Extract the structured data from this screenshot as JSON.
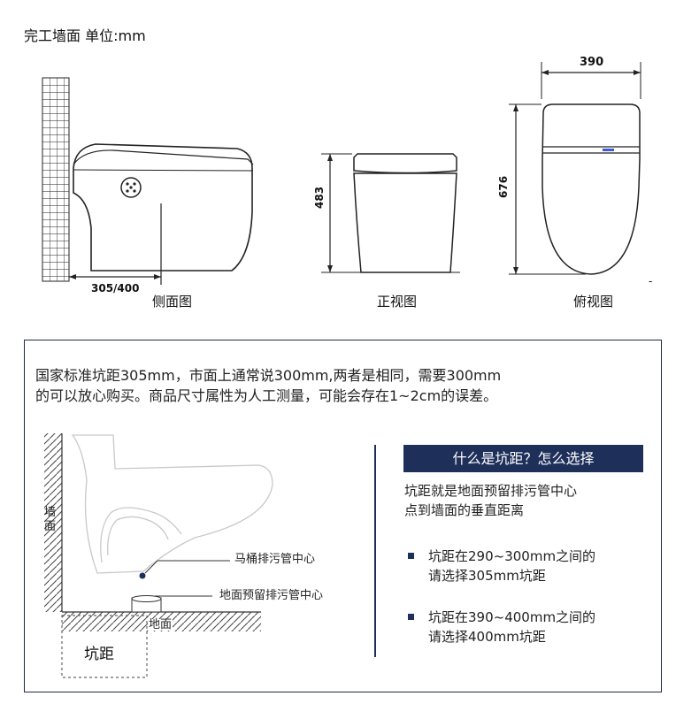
{
  "header": {
    "title": "完工墙面  单位:mm"
  },
  "views": {
    "side": {
      "label": "侧面图",
      "dimension": "305/400"
    },
    "front": {
      "label": "正视图",
      "dimension": "483"
    },
    "top": {
      "label": "俯视图",
      "width_dimension": "390",
      "depth_dimension": "676",
      "mark": "-"
    }
  },
  "info": {
    "intro_line1": "国家标准坑距305mm，市面上通常说300mm,两者是相同，需要300mm",
    "intro_line2": "的可以放心购买。商品尺寸属性为人工测量，可能会存在1~2cm的误差。",
    "diagram": {
      "wall_label": "墙面",
      "toilet_drain_center": "马桶排污管中心",
      "floor_drain_center": "地面预留排污管中心",
      "floor_label": "地面",
      "pit_label": "坑距"
    },
    "panel": {
      "title": "什么是坑距？怎么选择",
      "desc_line1": "坑距就是地面预留排污管中心",
      "desc_line2": "点到墙面的垂直距离",
      "option1_line1": "坑距在290~300mm之间的",
      "option1_line2": "请选择305mm坑距",
      "option2_line1": "坑距在390~400mm之间的",
      "option2_line2": "请选择400mm坑距"
    }
  },
  "colors": {
    "navy": "#1e2f5a",
    "line": "#111111"
  }
}
